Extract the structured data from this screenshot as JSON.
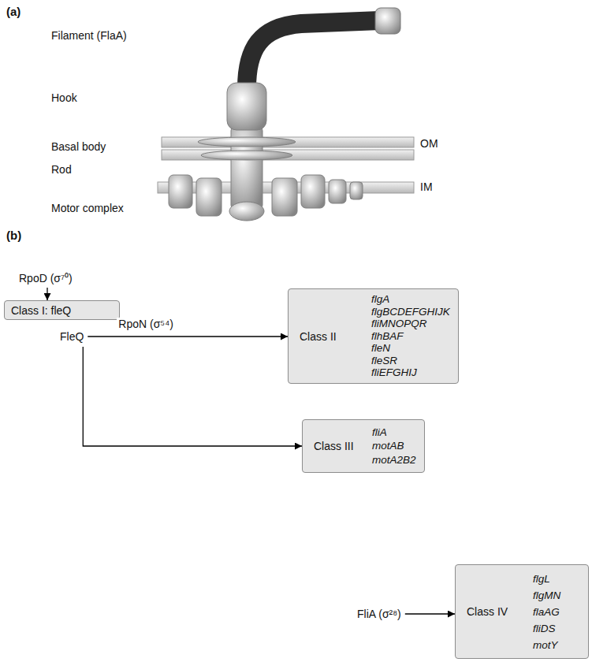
{
  "diagram": {
    "nodes": [
      {
        "text": [
          "RpoD (σ⁷⁰)"
        ]
      },
      {
        "text": [
          "Class I: fleQ"
        ]
      },
      {
        "text": [
          "FleQ"
        ]
      },
      {
        "text": [
          "Class II",
          "flgA",
          "flgBCDEFGHIJK",
          "fliMNOPQR",
          "flhBAF",
          "fleN",
          "fleSR",
          "fliEFGHIJ"
        ]
      },
      {
        "text": [
          "Class III",
          "fliA",
          "motAB",
          "motA2B2"
        ]
      },
      {
        "text": [
          "FliA (σ²⁸)"
        ]
      },
      {
        "text": [
          "Class IV",
          "flgL",
          "flgMN",
          "flaAG",
          "fliDS",
          "motY"
        ]
      }
    ],
    "edges": [
      {
        "from": 0,
        "to": 1,
        "arrow": "to"
      },
      {
        "from": 2,
        "to": 3,
        "label": "RpoN (σ⁵⁴)",
        "arrow": "to"
      },
      {
        "from": 2,
        "to": 4,
        "arrow": "to"
      },
      {
        "from": 5,
        "to": 6,
        "arrow": "to"
      }
    ],
    "labels": [
      "(a)",
      "Filament (FlaA)",
      "Hook",
      "Basal body",
      "Rod",
      "Motor complex",
      "OM",
      "IM",
      "(b)"
    ]
  }
}
